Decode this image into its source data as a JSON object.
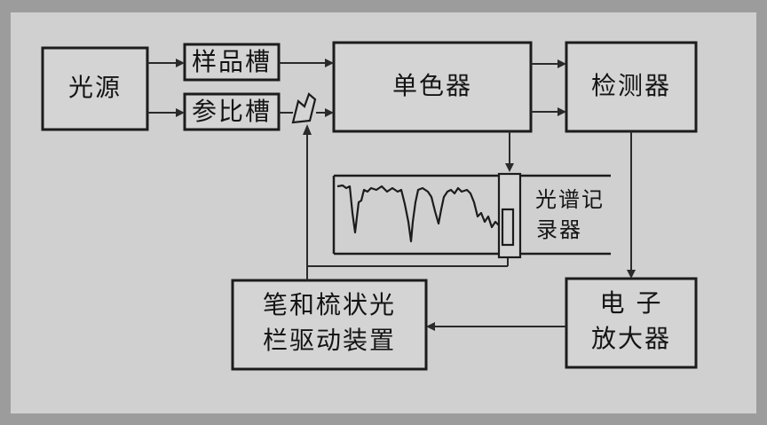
{
  "blocks": {
    "light_source": "光源",
    "sample_cell": "样品槽",
    "reference_cell": "参比槽",
    "monochromator": "单色器",
    "detector": "检测器",
    "recorder_line1": "光谱记",
    "recorder_line2": "录器",
    "drive_line1": "笔和梳状光",
    "drive_line2": "栏驱动装置",
    "amplifier_line1": "电 子",
    "amplifier_line2": "放大器"
  },
  "colors": {
    "background": "#9c9c9c",
    "panel": "#d0d0d0",
    "box_fill": "#d4d4d4",
    "stroke": "#1c1c1c"
  }
}
